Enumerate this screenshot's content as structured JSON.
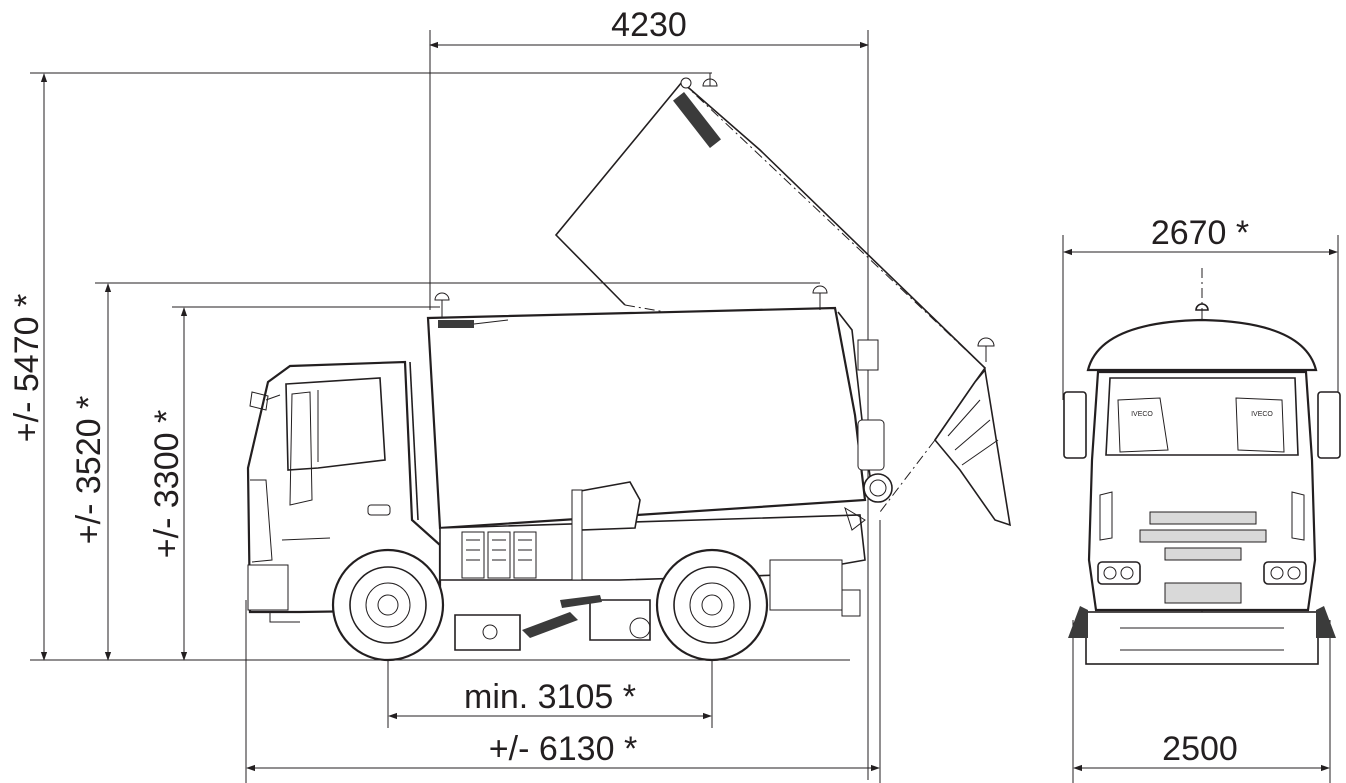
{
  "dimensions": {
    "top_width": "4230",
    "overall_height_raised": "+/- 5470 *",
    "height_beacon": "+/- 3520 *",
    "height_body": "+/- 3300 *",
    "wheelbase": "min. 3105 *",
    "overall_length": "+/- 6130 *",
    "front_width_mirrors": "2670 *",
    "front_track_width": "2500"
  },
  "labels": {
    "brand_badge_left": "IVECO",
    "brand_badge_right": "IVECO"
  },
  "colors": {
    "line": "#231f20",
    "background": "#ffffff"
  }
}
